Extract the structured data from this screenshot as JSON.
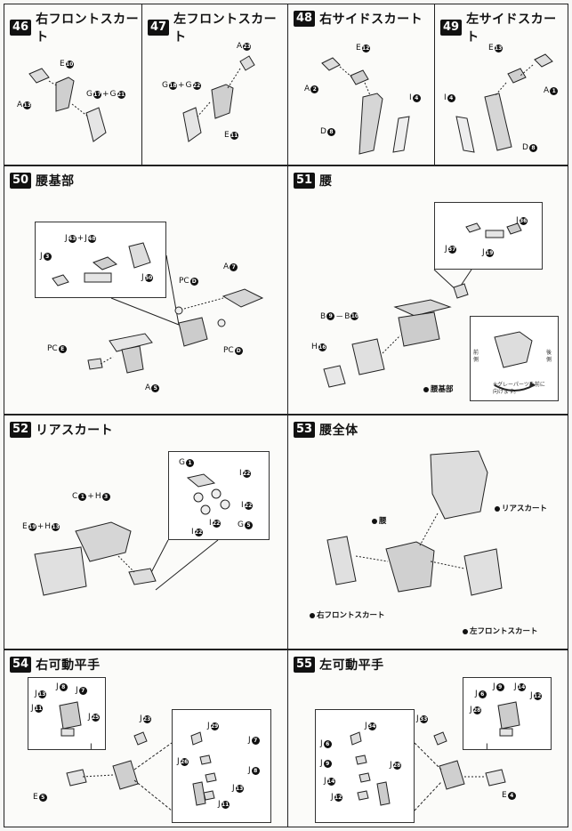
{
  "steps": {
    "s46": {
      "num": "46",
      "title": "右フロントスカート",
      "labels": {
        "e": "E",
        "e_n": "10",
        "a": "A",
        "a_n": "13",
        "g": "G",
        "g_n": "17",
        "g2": "G",
        "g2_n": "21"
      }
    },
    "s47": {
      "num": "47",
      "title": "左フロントスカート",
      "labels": {
        "a": "A",
        "a_n": "23",
        "g": "G",
        "g_n": "18",
        "g2": "G",
        "g2_n": "22",
        "e": "E",
        "e_n": "11"
      }
    },
    "s48": {
      "num": "48",
      "title": "右サイドスカート",
      "labels": {
        "e": "E",
        "e_n": "12",
        "a": "A",
        "a_n": "2",
        "i": "I",
        "i_n": "4",
        "d": "D",
        "d_n": "8"
      }
    },
    "s49": {
      "num": "49",
      "title": "左サイドスカート",
      "labels": {
        "e": "E",
        "e_n": "13",
        "a": "A",
        "a_n": "1",
        "i": "I",
        "i_n": "4",
        "d": "D",
        "d_n": "8"
      }
    },
    "s50": {
      "num": "50",
      "title": "腰基部",
      "labels": {
        "j1": "J",
        "j1_n": "43",
        "j2": "J",
        "j2_n": "48",
        "j3": "J",
        "j3_n": "3",
        "j4": "J",
        "j4_n": "50",
        "pcd1": "PC",
        "pcd1_n": "D",
        "a7": "A",
        "a7_n": "7",
        "pce": "PC",
        "pce_n": "E",
        "pcd2": "PC",
        "pcd2_n": "D",
        "a5": "A",
        "a5_n": "5"
      }
    },
    "s51": {
      "num": "51",
      "title": "腰",
      "labels": {
        "j36": "J",
        "j36_n": "36",
        "j37": "J",
        "j37_n": "37",
        "j19": "J",
        "j19_n": "19",
        "b9": "B",
        "b9_n": "9",
        "b10": "B",
        "b10_n": "10",
        "h16": "H",
        "h16_n": "16",
        "base": "腰基部",
        "front": "前側",
        "back": "後側",
        "note": "※グレーパーツを前に向けます。"
      }
    },
    "s52": {
      "num": "52",
      "title": "リアスカート",
      "labels": {
        "g1": "G",
        "g1_n": "1",
        "i22a": "I",
        "i22a_n": "22",
        "i22b": "I",
        "i22b_n": "22",
        "i22c": "I",
        "i22c_n": "22",
        "i22d": "I",
        "i22d_n": "22",
        "g5": "G",
        "g5_n": "5",
        "c": "C",
        "c_n": "1",
        "h": "H",
        "h_n": "3",
        "e": "E",
        "e_n": "19",
        "h2": "H",
        "h2_n": "13"
      }
    },
    "s53": {
      "num": "53",
      "title": "腰全体",
      "labels": {
        "rear": "リアスカート",
        "waist": "腰",
        "right_front": "右フロントスカート",
        "left_front": "左フロントスカート"
      }
    },
    "s54": {
      "num": "54",
      "title": "右可動平手",
      "labels": {
        "j8": "J",
        "j8_n": "8",
        "j13": "J",
        "j13_n": "13",
        "j7": "J",
        "j7_n": "7",
        "j11": "J",
        "j11_n": "11",
        "j25": "J",
        "j25_n": "25",
        "j23": "J",
        "j23_n": "23",
        "e5": "E",
        "e5_n": "5",
        "i": "I",
        "ins_j29": "J",
        "ins_j29_n": "29",
        "ins_j7": "J",
        "ins_j7_n": "7",
        "ins_j26": "J",
        "ins_j26_n": "26",
        "ins_j8": "J",
        "ins_j8_n": "8",
        "ins_j13": "J",
        "ins_j13_n": "13",
        "ins_j11": "J",
        "ins_j11_n": "11"
      }
    },
    "s55": {
      "num": "55",
      "title": "左可動平手",
      "labels": {
        "j9": "J",
        "j9_n": "9",
        "j14": "J",
        "j14_n": "14",
        "j6": "J",
        "j6_n": "6",
        "j12": "J",
        "j12_n": "12",
        "j28": "J",
        "j28_n": "28",
        "j33": "J",
        "j33_n": "33",
        "e4": "E",
        "e4_n": "4",
        "i": "I",
        "ins_j34": "J",
        "ins_j34_n": "34",
        "ins_j6": "J",
        "ins_j6_n": "6",
        "ins_j9": "J",
        "ins_j9_n": "9",
        "ins_j14": "J",
        "ins_j14_n": "14",
        "ins_j12": "J",
        "ins_j12_n": "12",
        "ins_j29": "J",
        "ins_j29_n": "28"
      }
    }
  }
}
